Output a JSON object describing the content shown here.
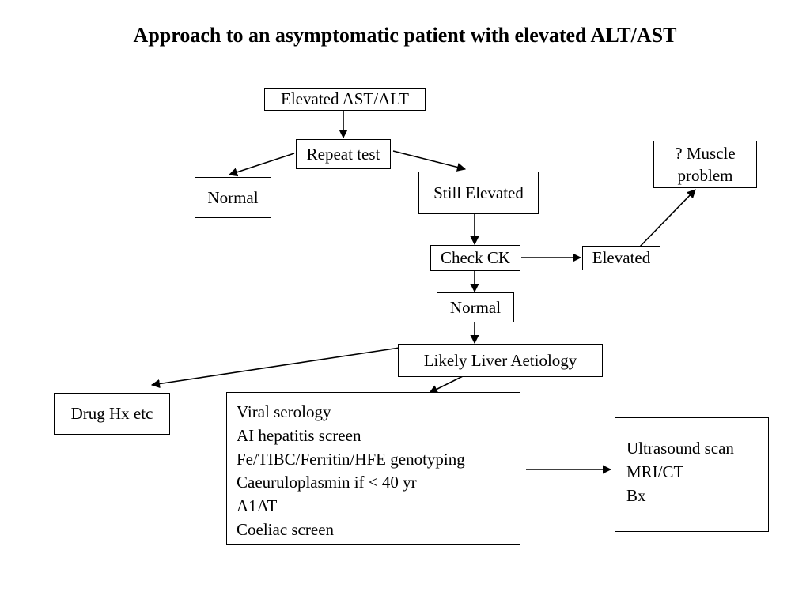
{
  "title": "Approach to an asymptomatic patient with elevated ALT/AST",
  "colors": {
    "background": "#ffffff",
    "box_border": "#000000",
    "text": "#000000",
    "arrow": "#000000"
  },
  "nodes": {
    "elevated_ast_alt": {
      "label": "Elevated AST/ALT"
    },
    "repeat_test": {
      "label": "Repeat test"
    },
    "normal_after_repeat": {
      "label": "Normal"
    },
    "still_elevated": {
      "label": "Still Elevated"
    },
    "check_ck": {
      "label": "Check CK"
    },
    "ck_elevated": {
      "label": "Elevated"
    },
    "muscle_problem": {
      "label": "? Muscle\nproblem"
    },
    "ck_normal": {
      "label": "Normal"
    },
    "likely_liver_aetiology": {
      "label": "Likely Liver Aetiology"
    },
    "drug_hx": {
      "label": "Drug Hx etc"
    },
    "serology_panel": {
      "label": "Viral serology\nAI hepatitis screen\nFe/TIBC/Ferritin/HFE genotyping\nCaeuruloplasmin if < 40 yr\nA1AT\nCoeliac screen"
    },
    "imaging": {
      "label": "Ultrasound scan\nMRI/CT\nBx"
    }
  },
  "edges": [
    {
      "from": "elevated_ast_alt",
      "to": "repeat_test"
    },
    {
      "from": "repeat_test",
      "to": "normal_after_repeat"
    },
    {
      "from": "repeat_test",
      "to": "still_elevated"
    },
    {
      "from": "still_elevated",
      "to": "check_ck"
    },
    {
      "from": "check_ck",
      "to": "ck_elevated"
    },
    {
      "from": "ck_elevated",
      "to": "muscle_problem"
    },
    {
      "from": "check_ck",
      "to": "ck_normal"
    },
    {
      "from": "ck_normal",
      "to": "likely_liver_aetiology"
    },
    {
      "from": "likely_liver_aetiology",
      "to": "drug_hx"
    },
    {
      "from": "likely_liver_aetiology",
      "to": "serology_panel"
    },
    {
      "from": "serology_panel",
      "to": "imaging"
    }
  ]
}
